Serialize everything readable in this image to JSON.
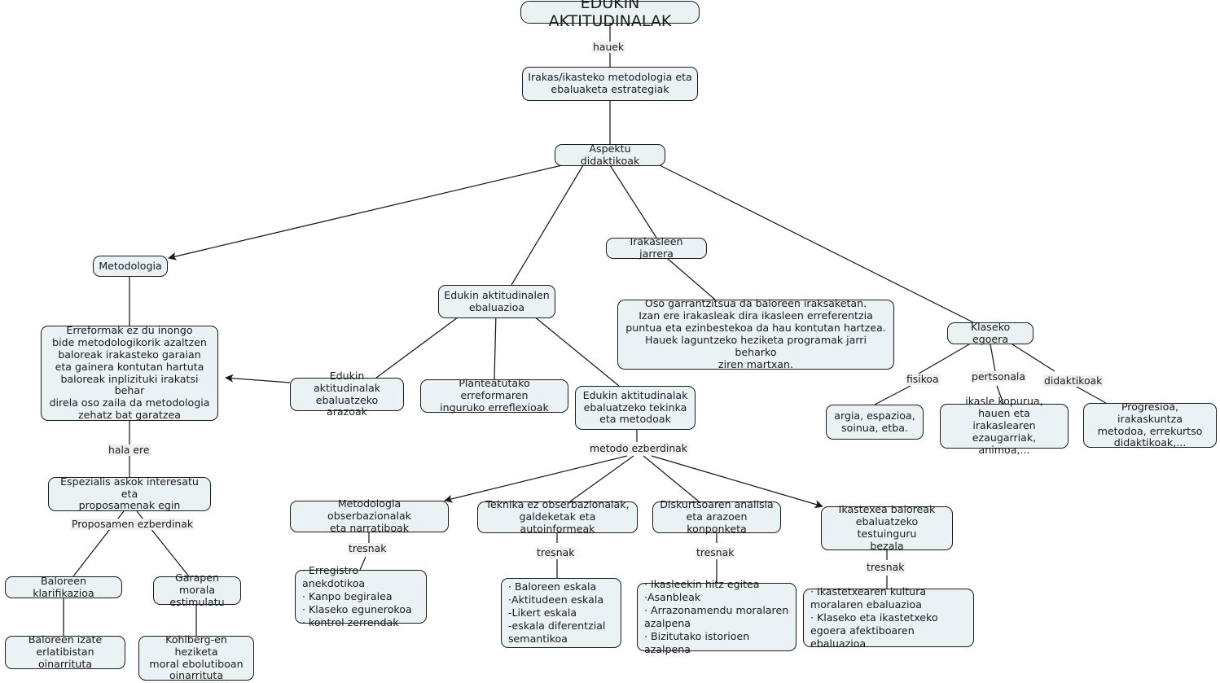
{
  "map": {
    "title": "EDUKIN AKTITUDINALAK",
    "language": "eu",
    "colors": {
      "node_fill": "#eaf2f4",
      "node_border": "#1a1a1a",
      "edge": "#1a1a1a",
      "label_bg": "#f0f0f0",
      "canvas_bg": "#ffffff"
    }
  },
  "nodes": {
    "root": "EDUKIN AKTITUDINALAK",
    "metodologia_estrategiak": "Irakas/ikasteko metodologia eta\nebaluaketa estrategiak",
    "aspektu_didaktikoak": "Aspektu didaktikoak",
    "metodologia": "Metodologia",
    "erreformak": "Erreformak ez du inongo\nbide metodologikorik azaltzen\nbaloreak irakasteko garaian\neta gainera kontutan hartuta\nbaloreak inplizituki irakatsi behar\ndirela oso zaila da metodologia\nzehatz bat garatzea",
    "espezialis": "Espezialis askok interesatu eta\nproposamenak egin",
    "baloreen_klarifikazioa": "Baloreen klarifikazioa",
    "garapen_morala": "Garapen morala\nestimulatu",
    "baloreen_izate": "Baloreen izate\nerlatibistan oinarrituta",
    "kohlberg": "Kohlberg-en heziketa\nmoral ebolutiboan\noinarrituta",
    "edukin_ebaluazioa": "Edukin aktitudinalen\nebaluazioa",
    "ebaluatzeko_arazoak": "Edukin aktitudinalak\nebaluatzeko arazoak",
    "erreformaren_erreflexioak": "Planteatutako erreformaren\ninguruko erreflexioak",
    "tekinka_metodoak": "Edukin aktitudinalak\nebaluatzeko tekinka\neta metodoak",
    "metodologia_obserbazionalak": "Metodologia obserbazionalak\neta narratiboak",
    "teknika_ez_obserbazionalak": "Teknika ez obserbazionalak,\ngaldeketak eta autoinformeak",
    "diskurtsoaren_analisia": "Diskurtsoaren analisia\neta arazoen konponketa",
    "ikastexea_testuinguru": "Ikastexea baloreak\nebaluatzeko testuinguru\nbezala",
    "tresnak_obserbazionalak": "· Erregistro anekdotikoa\n· Kanpo begiralea\n· Klaseko egunerokoa\n· kontrol zerrendak",
    "tresnak_galdeketak": "· Baloreen eskala\n·Aktitudeen eskala\n   -Likert eskala\n   -eskala diferentzial\n    semantikoa",
    "tresnak_diskurtsoa": "· Ikasleekin hitz egitea\n·Asanbleak\n· Arrazonamendu moralaren\nazalpena\n· Bizitutako istorioen azalpena",
    "tresnak_ikastexea": "· Ikastetxearen kultura\nmoralaren ebaluazioa\n· Klaseko eta ikastetxeko\negoera afektiboaren ebaluazioa",
    "irakasleen_jarrera": "Irakasleen jarrera",
    "irakasleen_testua": "Oso garrantzitsua da baloreen iraksaketan.\nIzan ere irakasleak dira ikasleen erreferentzia\npuntua eta ezinbestekoa da hau kontutan hartzea.\nHauek laguntzeko heziketa programak jarri beharko\nziren martxan.",
    "klaseko_egoera": "Klaseko egoera",
    "fisikoa_box": "argia, espazioa,\nsoinua, etba.",
    "pertsonala_box": "ikasle kopurua,\nhauen eta irakaslearen\nezaugarriak, animoa,...",
    "didaktikoak_box": "Progresioa, irakaskuntza\nmetodoa, errekurtso\ndidaktikoak,..."
  },
  "edge_labels": {
    "hauek": "hauek",
    "hala_ere": "hala ere",
    "proposamen_ezberdinak": "Proposamen ezberdinak",
    "metodo_ezberdinak": "metodo ezberdinak",
    "tresnak_1": "tresnak",
    "tresnak_2": "tresnak",
    "tresnak_3": "tresnak",
    "tresnak_4": "tresnak",
    "fisikoa": "fisikoa",
    "pertsonala": "pertsonala",
    "didaktikoak": "didaktikoak"
  }
}
